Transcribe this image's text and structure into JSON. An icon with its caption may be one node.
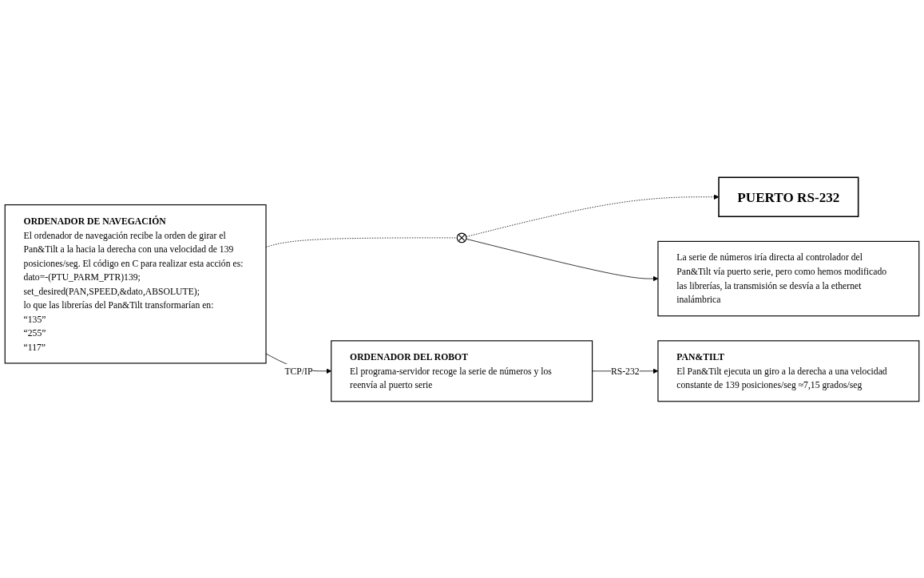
{
  "diagram": {
    "nodes": [
      {
        "text": [
          "ORDENADOR DE NAVEGACIÓN",
          "El ordenador de navegación recibe la orden de girar el Pan&Tilt a la hacia la derecha con una velocidad de 139 posiciones/seg. El código en C para realizar esta acción es:",
          "dato=-(PTU_PARM_PTR)139; set_desired(PAN,SPEED,&dato,ABSOLUTE);",
          "lo que las librerías del Pan&Tilt transformarían en:",
          "“135”",
          "“255”",
          "“117”"
        ]
      },
      {
        "text": [
          "La serie de números iría directa al controlador del Pan&Tilt vía puerto serie, pero como hemos modificado las librerías, la transmisión se desvía a la ethernet inalámbrica"
        ]
      },
      {
        "text": [],
        "shape": "circle"
      },
      {
        "text": [
          "PUERTO RS-232"
        ]
      },
      {
        "text": [
          "ORDENADOR DEL ROBOT",
          "El programa-servidor recoge la serie de números y los reenvía al puerto serie"
        ]
      },
      {
        "text": [
          "PAN&TILT",
          "El Pan&Tilt ejecuta un giro a la derecha a una velocidad constante de 139 posiciones/seg ≈7,15 grados/seg"
        ]
      }
    ],
    "edges": [
      {
        "from": 0,
        "to": 2,
        "arrow": "none",
        "style": "dashed"
      },
      {
        "from": 2,
        "to": 3,
        "arrow": "to",
        "style": "dashed"
      },
      {
        "from": 2,
        "to": 1,
        "arrow": "to"
      },
      {
        "from": 0,
        "to": 4,
        "arrow": "to",
        "label": "TCP/IP"
      },
      {
        "from": 4,
        "to": 5,
        "arrow": "to",
        "label": "RS-232"
      }
    ]
  }
}
